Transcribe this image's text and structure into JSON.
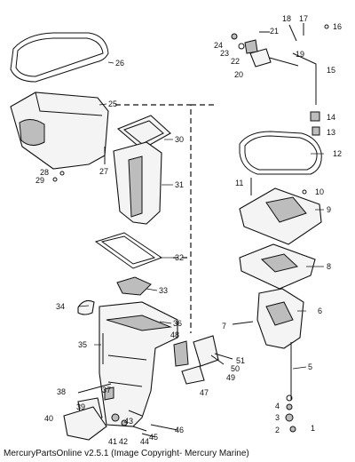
{
  "diagram": {
    "callouts": [
      "1",
      "2",
      "3",
      "4",
      "5",
      "6",
      "7",
      "8",
      "9",
      "10",
      "11",
      "12",
      "13",
      "14",
      "15",
      "16",
      "17",
      "18",
      "19",
      "20",
      "21",
      "22",
      "23",
      "24",
      "25",
      "26",
      "27",
      "28",
      "29",
      "30",
      "31",
      "32",
      "33",
      "34",
      "35",
      "36",
      "37",
      "38",
      "39",
      "40",
      "41",
      "42",
      "43",
      "44",
      "45",
      "46",
      "47",
      "48",
      "49",
      "50",
      "51"
    ]
  },
  "footer": {
    "caption": "MercuryPartsOnline v2.5.1 (Image Copyright- Mercury Marine)"
  }
}
